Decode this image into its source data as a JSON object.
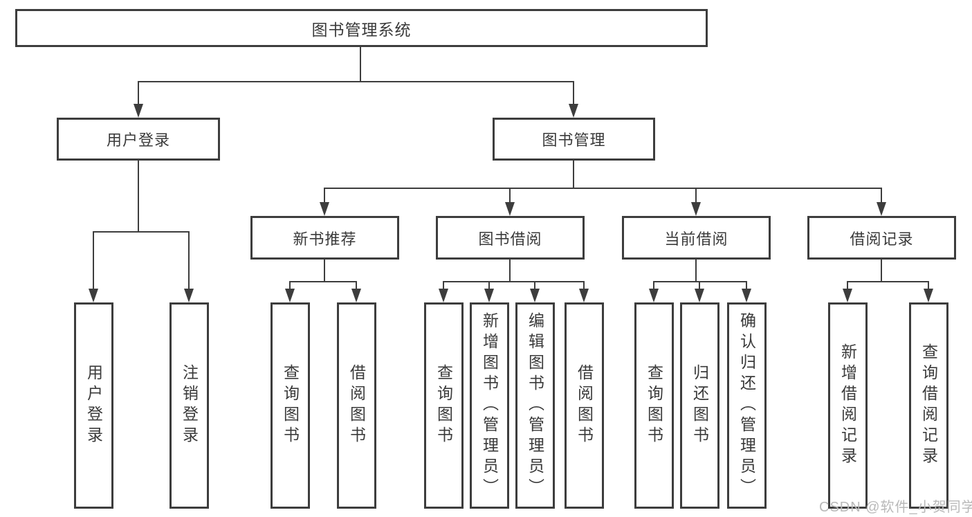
{
  "colors": {
    "line": "#3d3d3d",
    "text": "#3a3a3a",
    "watermark": "#b9b9b9",
    "background": "#ffffff"
  },
  "watermark": {
    "text": "CSDN @软件_小贺同学"
  },
  "tree": {
    "root": {
      "label": "图书管理系统",
      "children": [
        {
          "label": "用户登录",
          "children": [
            {
              "label": "用户登录"
            },
            {
              "label": "注销登录"
            }
          ]
        },
        {
          "label": "图书管理",
          "children": [
            {
              "label": "新书推荐",
              "children": [
                {
                  "label": "查询图书"
                },
                {
                  "label": "借阅图书"
                }
              ]
            },
            {
              "label": "图书借阅",
              "children": [
                {
                  "label": "查询图书"
                },
                {
                  "label": "新增图书（管理员）"
                },
                {
                  "label": "编辑图书（管理员）"
                },
                {
                  "label": "借阅图书"
                }
              ]
            },
            {
              "label": "当前借阅",
              "children": [
                {
                  "label": "查询图书"
                },
                {
                  "label": "归还图书"
                },
                {
                  "label": "确认归还（管理员）"
                }
              ]
            },
            {
              "label": "借阅记录",
              "children": [
                {
                  "label": "新增借阅记录"
                },
                {
                  "label": "查询借阅记录"
                }
              ]
            }
          ]
        }
      ]
    }
  }
}
